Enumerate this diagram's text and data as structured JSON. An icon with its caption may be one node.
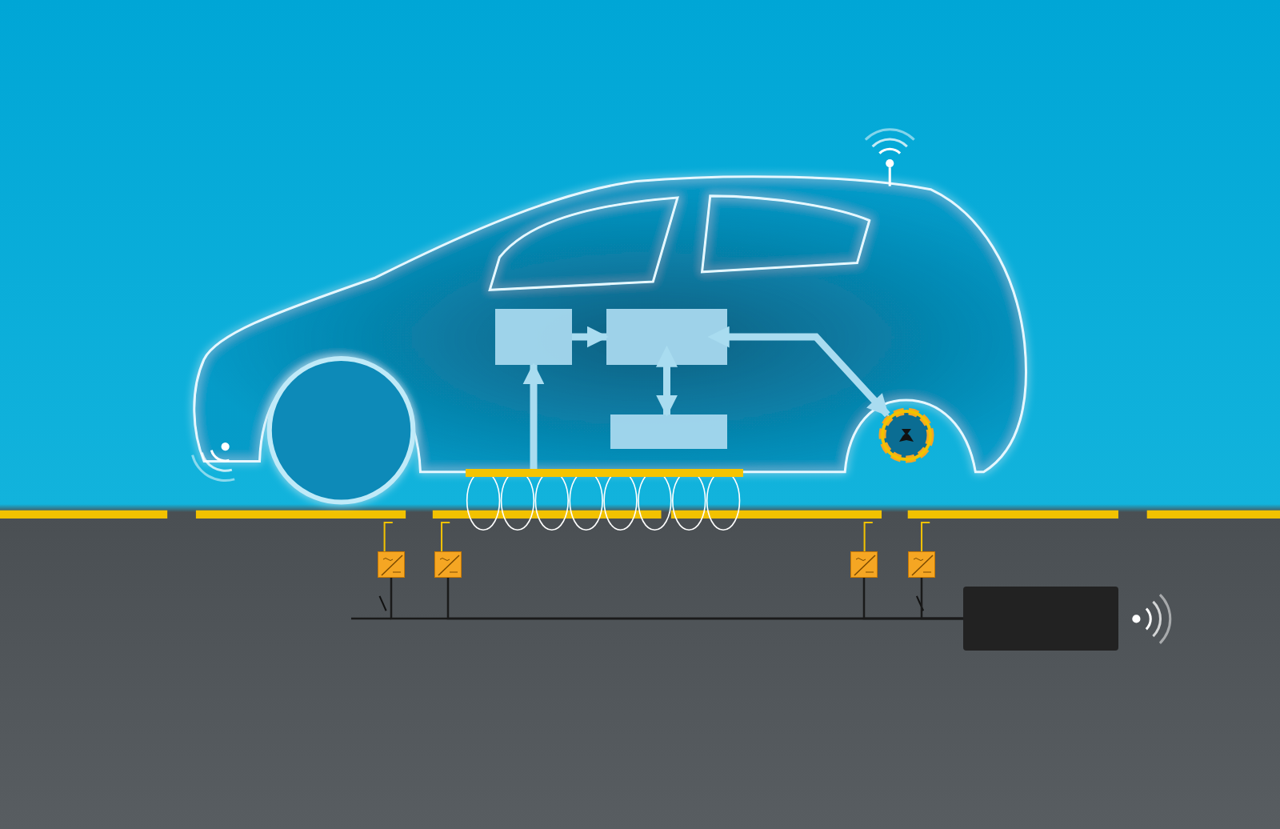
{
  "diagram": {
    "nodes": [
      {
        "text": [],
        "shape": "box"
      },
      {
        "text": [],
        "shape": "box"
      },
      {
        "text": [],
        "shape": "box"
      },
      {
        "text": [],
        "shape": "circle"
      },
      {
        "text": [],
        "shape": "bar"
      },
      {
        "text": [],
        "shape": "box"
      },
      {
        "text": [],
        "shape": "box"
      },
      {
        "text": [],
        "shape": "box"
      },
      {
        "text": [],
        "shape": "box"
      },
      {
        "text": [],
        "shape": "box"
      }
    ],
    "edges": [
      {
        "from": 4,
        "to": 0,
        "arrow": "to",
        "style": "thick",
        "color": "#a9dcf0"
      },
      {
        "from": 0,
        "to": 1,
        "arrow": "to",
        "style": "thick",
        "color": "#a9dcf0"
      },
      {
        "from": 1,
        "to": 2,
        "arrow": "both",
        "style": "thick",
        "color": "#a9dcf0"
      },
      {
        "from": 1,
        "to": 3,
        "arrow": "both",
        "style": "thick",
        "color": "#a9dcf0"
      },
      {
        "from": 5,
        "to": 9,
        "arrow": "none",
        "color": "#1a1a1a"
      },
      {
        "from": 6,
        "to": 9,
        "arrow": "none",
        "color": "#1a1a1a"
      },
      {
        "from": 7,
        "to": 9,
        "arrow": "none",
        "color": "#1a1a1a"
      },
      {
        "from": 8,
        "to": 9,
        "arrow": "none",
        "color": "#1a1a1a"
      }
    ]
  }
}
